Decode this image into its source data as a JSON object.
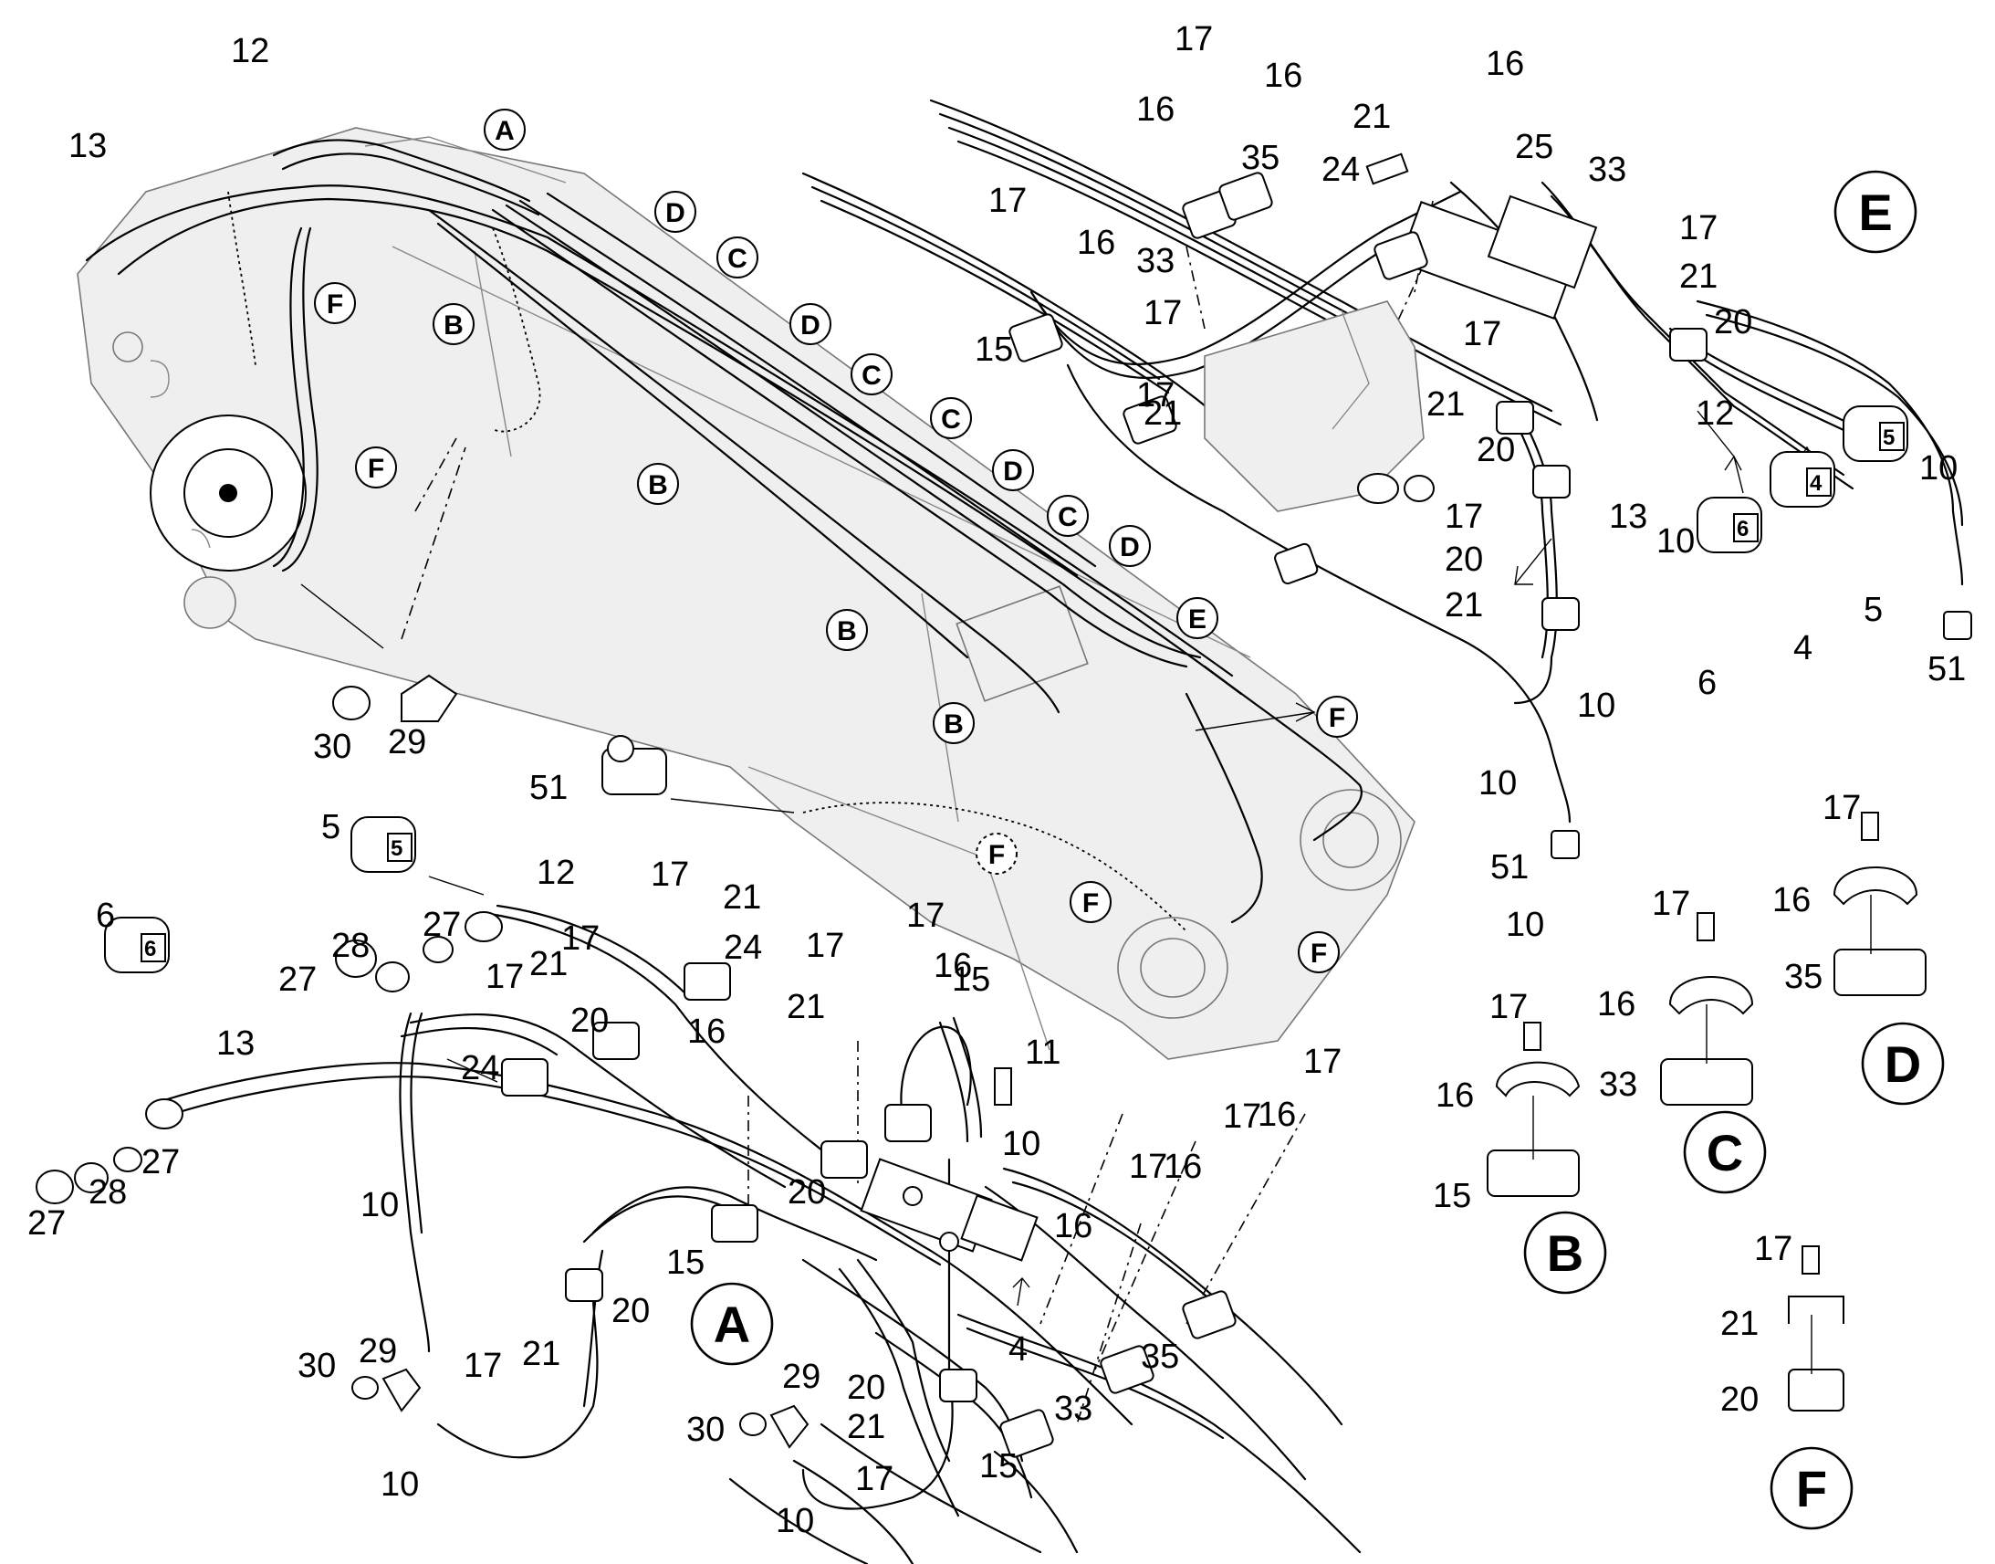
{
  "part_labels": [
    "12",
    "13",
    "17",
    "16",
    "16",
    "21",
    "16",
    "25",
    "24",
    "33",
    "35",
    "33",
    "17",
    "16",
    "17",
    "15",
    "17",
    "21",
    "20",
    "17",
    "21",
    "17",
    "21",
    "20",
    "12",
    "13",
    "10",
    "10",
    "10",
    "17",
    "20",
    "21",
    "10",
    "10",
    "51",
    "51",
    "51",
    "6",
    "4",
    "5",
    "30",
    "29",
    "5",
    "12",
    "6",
    "27",
    "28",
    "27",
    "17",
    "21",
    "24",
    "17",
    "21",
    "17",
    "17",
    "16",
    "17",
    "21",
    "20",
    "24",
    "15",
    "11",
    "16",
    "13",
    "27",
    "28",
    "27",
    "10",
    "20",
    "10",
    "15",
    "17",
    "16",
    "17",
    "16",
    "17",
    "16",
    "20",
    "4",
    "30",
    "29",
    "17",
    "21",
    "35",
    "33",
    "30",
    "29",
    "20",
    "21",
    "10",
    "17",
    "15",
    "10",
    "17",
    "16",
    "15",
    "17",
    "16",
    "33",
    "17",
    "16",
    "35",
    "17",
    "21",
    "20"
  ],
  "detail_markers": [
    "A",
    "D",
    "C",
    "D",
    "C",
    "C",
    "D",
    "C",
    "D",
    "B",
    "B",
    "F",
    "F",
    "B",
    "B",
    "E",
    "F",
    "F",
    "F",
    "F"
  ],
  "detail_headers": [
    "E",
    "B",
    "C",
    "D",
    "F",
    "A"
  ],
  "plug_tags": [
    "6",
    "4",
    "5",
    "5",
    "6"
  ]
}
